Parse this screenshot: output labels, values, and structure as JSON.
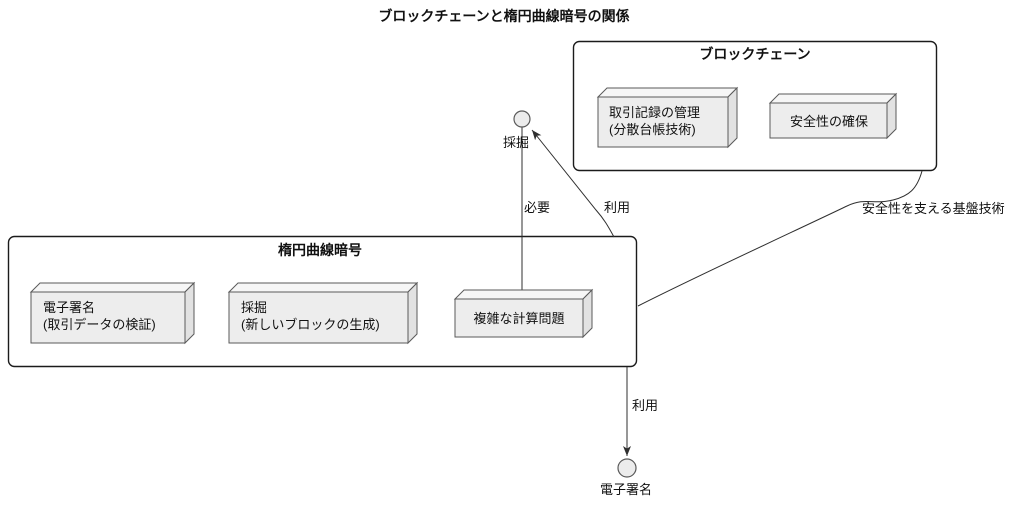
{
  "title": "ブロックチェーンと楕円曲線暗号の関係",
  "packages": {
    "blockchain": {
      "title": "ブロックチェーン",
      "nodes": [
        {
          "line1": "取引記録の管理",
          "line2": "(分散台帳技術)"
        },
        {
          "line1": "安全性の確保",
          "line2": ""
        }
      ]
    },
    "ecc": {
      "title": "楕円曲線暗号",
      "nodes": [
        {
          "line1": "電子署名",
          "line2": "(取引データの検証)"
        },
        {
          "line1": "採掘",
          "line2": "(新しいブロックの生成)"
        },
        {
          "line1": "複雑な計算問題",
          "line2": ""
        }
      ]
    }
  },
  "interfaces": {
    "mining": {
      "label": "採掘"
    },
    "digital_signature": {
      "label": "電子署名"
    }
  },
  "edges": {
    "required": {
      "label": "必要"
    },
    "uses_top": {
      "label": "利用"
    },
    "uses_bottom": {
      "label": "利用"
    },
    "foundation": {
      "label": "安全性を支える基盤技術"
    }
  },
  "colors": {
    "background": "#ffffff",
    "package_border": "#1b1b1b",
    "node_fill": "#ededed",
    "node_border": "#5a5a5a",
    "edge_line": "#2f2f2f",
    "text": "#111111"
  }
}
